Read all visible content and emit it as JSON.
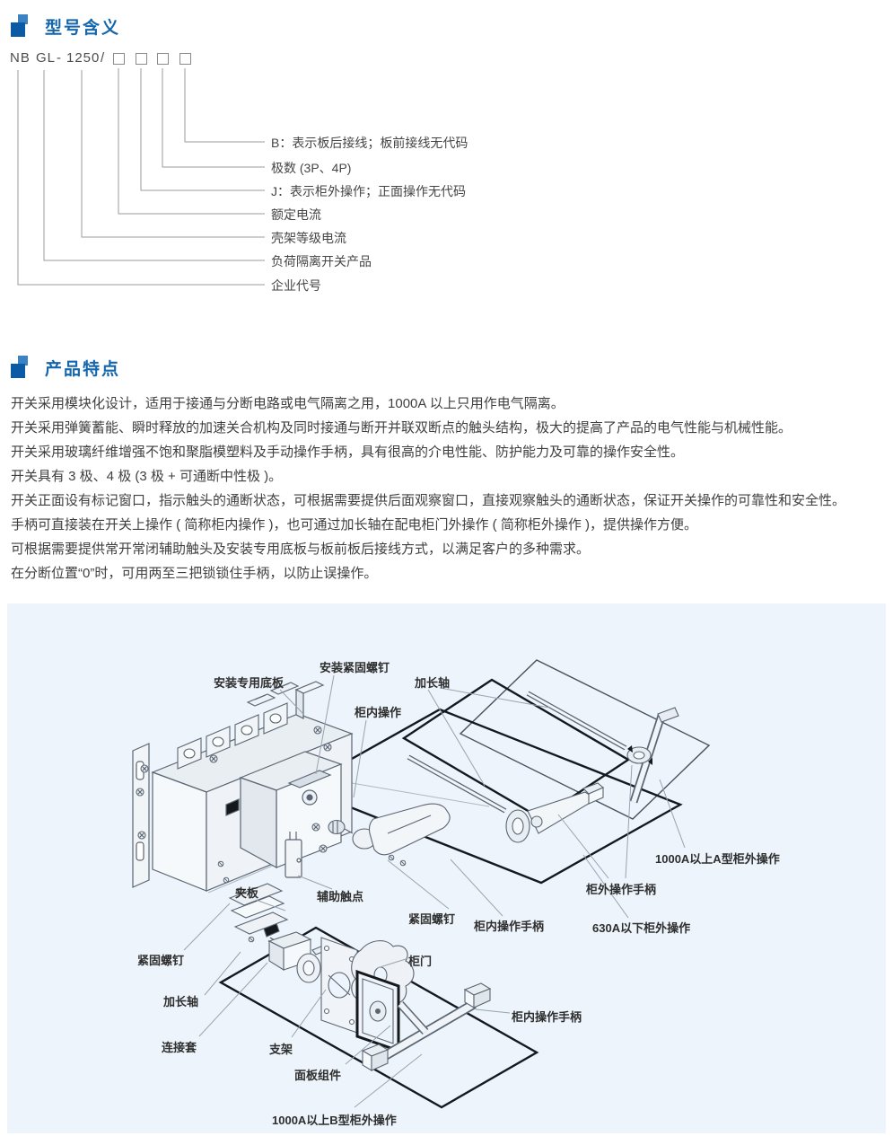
{
  "colors": {
    "accent": "#1466ad",
    "panel_bg": "#edf4fb",
    "icon_dark": "#0b5aa5",
    "icon_light": "#3b82c4"
  },
  "sections": {
    "model_meaning": {
      "title": "型号含义"
    },
    "features": {
      "title": "产品特点"
    }
  },
  "model": {
    "code_parts": [
      {
        "text": "NB"
      },
      {
        "text": "GL"
      },
      {
        "text": "-"
      },
      {
        "text": "1250"
      },
      {
        "text": "/"
      }
    ],
    "placeholder_boxes": 4,
    "labels": [
      {
        "text": "B：表示板后接线；板前接线无代码"
      },
      {
        "text": "极数 (3P、4P)"
      },
      {
        "text": "J：表示柜外操作；正面操作无代码"
      },
      {
        "text": "额定电流"
      },
      {
        "text": "壳架等级电流"
      },
      {
        "text": "负荷隔离开关产品"
      },
      {
        "text": "企业代号"
      }
    ]
  },
  "features": {
    "items": [
      "开关采用模块化设计，适用于接通与分断电路或电气隔离之用，1000A 以上只用作电气隔离。",
      "开关采用弹簧蓄能、瞬时释放的加速关合机构及同时接通与断开并联双断点的触头结构，极大的提高了产品的电气性能与机械性能。",
      "开关采用玻璃纤维增强不饱和聚脂模塑料及手动操作手柄，具有很高的介电性能、防护能力及可靠的操作安全性。",
      "开关具有 3 极、4 极 (3 极 + 可通断中性极 )。",
      "开关正面设有标记窗口，指示触头的通断状态，可根据需要提供后面观察窗口，直接观察触头的通断状态，保证开关操作的可靠性和安全性。",
      "手柄可直接装在开关上操作 ( 简称柜内操作 )，也可通过加长轴在配电柜门外操作 ( 简称柜外操作 )，提供操作方便。",
      "可根据需要提供常开常闭辅助触头及安装专用底板与板前板后接线方式，以满足客户的多种需求。",
      "在分断位置“0”时，可用两至三把锁锁住手柄，以防止误操作。"
    ]
  },
  "diagram": {
    "labels": [
      {
        "id": "mounting-base-plate",
        "text": "安装专用底板"
      },
      {
        "id": "mounting-fastening-screw",
        "text": "安装紧固螺钉"
      },
      {
        "id": "extension-shaft-top",
        "text": "加长轴"
      },
      {
        "id": "in-cabinet-operation",
        "text": "柜内操作"
      },
      {
        "id": "clamp-plate",
        "text": "夹板"
      },
      {
        "id": "auxiliary-contact",
        "text": "辅助触点"
      },
      {
        "id": "fastening-screw-mid",
        "text": "紧固螺钉"
      },
      {
        "id": "in-cabinet-handle-mid",
        "text": "柜内操作手柄"
      },
      {
        "id": "out-cabinet-handle",
        "text": "柜外操作手柄"
      },
      {
        "id": "below-630a-out-cabinet",
        "text": "630A以下柜外操作"
      },
      {
        "id": "above-1000a-type-a",
        "text": "1000A以上A型柜外操作"
      },
      {
        "id": "fastening-screw-left",
        "text": "紧固螺钉"
      },
      {
        "id": "cabinet-door",
        "text": "柜门"
      },
      {
        "id": "extension-shaft-bottom",
        "text": "加长轴"
      },
      {
        "id": "connection-sleeve",
        "text": "连接套"
      },
      {
        "id": "bracket",
        "text": "支架"
      },
      {
        "id": "panel-assembly",
        "text": "面板组件"
      },
      {
        "id": "in-cabinet-handle-bottom",
        "text": "柜内操作手柄"
      },
      {
        "id": "above-1000a-type-b",
        "text": "1000A以上B型柜外操作"
      }
    ]
  }
}
